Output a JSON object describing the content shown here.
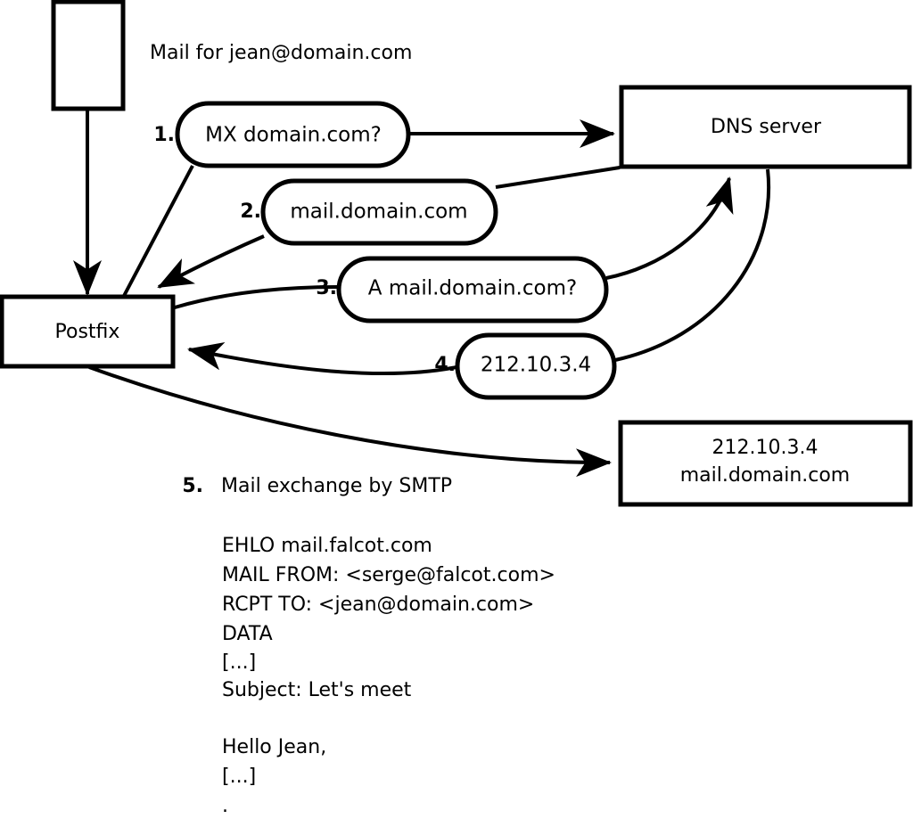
{
  "diagram": {
    "title_note": "Mail for jean@domain.com",
    "nodes": [
      {
        "id": "sender",
        "label": ""
      },
      {
        "id": "postfix",
        "label": "Postfix"
      },
      {
        "id": "dns",
        "label": "DNS server"
      },
      {
        "id": "mailserver",
        "label_line1": "212.10.3.4",
        "label_line2": "mail.domain.com"
      }
    ],
    "steps": [
      {
        "number": "1.",
        "message": "MX domain.com?"
      },
      {
        "number": "2.",
        "message": "mail.domain.com"
      },
      {
        "number": "3.",
        "message": "A mail.domain.com?"
      },
      {
        "number": "4.",
        "message": "212.10.3.4"
      },
      {
        "number": "5.",
        "message": "Mail exchange by SMTP"
      }
    ],
    "transcript": [
      "EHLO mail.falcot.com",
      "MAIL FROM: <serge@falcot.com>",
      "RCPT TO: <jean@domain.com>",
      "DATA",
      "[...]",
      "Subject: Let's meet",
      "",
      "Hello Jean,",
      "[...]",
      "."
    ],
    "colors": {
      "stroke": "#000000",
      "fill": "#ffffff"
    }
  }
}
